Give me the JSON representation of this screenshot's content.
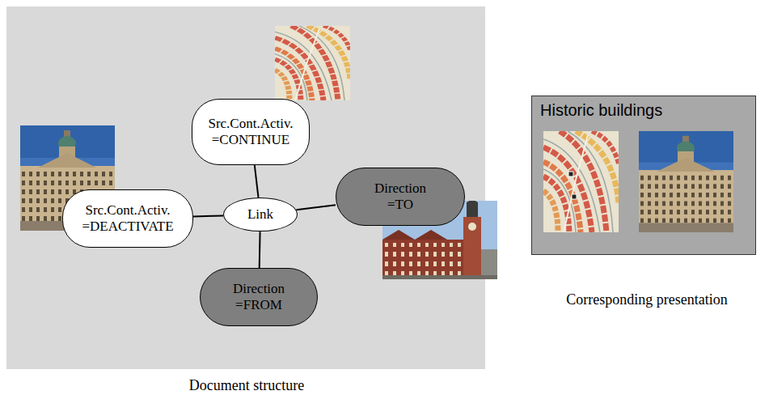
{
  "diagram": {
    "nodes": [
      {
        "text": [
          "Src.Cont.Activ. =CONTINUE"
        ]
      },
      {
        "text": [
          "Src.Cont.Activ. =DEACTIVATE"
        ]
      },
      {
        "text": [
          "Link"
        ]
      },
      {
        "text": [
          "Direction =TO"
        ]
      },
      {
        "text": [
          "Direction =FROM"
        ]
      },
      {
        "text": [
          "Historic buildings"
        ]
      }
    ],
    "edges": [
      {
        "from": 2,
        "to": 0,
        "arrow": "none"
      },
      {
        "from": 2,
        "to": 1,
        "arrow": "none"
      },
      {
        "from": 2,
        "to": 3,
        "arrow": "none"
      },
      {
        "from": 2,
        "to": 4,
        "arrow": "none"
      }
    ],
    "labels": [
      "Document structure",
      "Corresponding presentation"
    ]
  }
}
